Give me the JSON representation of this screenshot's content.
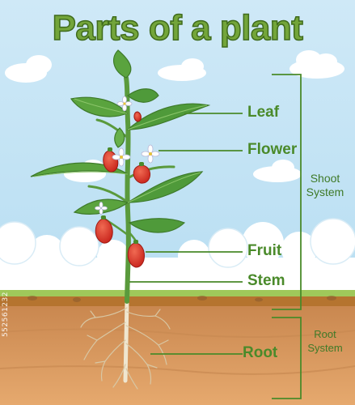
{
  "title": "Parts of a plant",
  "labels": {
    "leaf": "Leaf",
    "flower": "Flower",
    "fruit": "Fruit",
    "stem": "Stem",
    "root": "Root"
  },
  "systems": {
    "shoot_line1": "Shoot",
    "shoot_line2": "System",
    "root_line1": "Root",
    "root_line2": "System"
  },
  "watermark": "552561232",
  "colors": {
    "sky": "#c9e6f5",
    "title_fill": "#73a53a",
    "label_green": "#4a8a2a",
    "leaf_green": "#4f9a3a",
    "soil": "#d99a62",
    "topsoil": "#a9d05a",
    "fruit_red": "#e0342a"
  }
}
